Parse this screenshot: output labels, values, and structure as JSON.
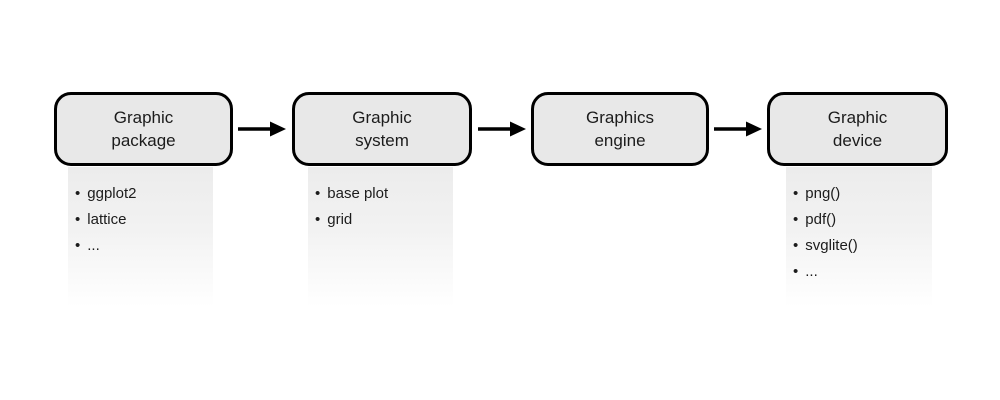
{
  "diagram": {
    "background_color": "#ffffff",
    "box_fill_color": "#e8e8e8",
    "box_border_color": "#000000",
    "panel_top_color": "#ececec",
    "arrow_color": "#000000",
    "bullet_glyph": "•",
    "nodes": [
      {
        "id": "graphic-package",
        "title_line1": "Graphic",
        "title_line2": "package",
        "items": [
          "ggplot2",
          "lattice",
          "..."
        ]
      },
      {
        "id": "graphic-system",
        "title_line1": "Graphic",
        "title_line2": "system",
        "items": [
          "base plot",
          "grid"
        ]
      },
      {
        "id": "graphics-engine",
        "title_line1": "Graphics",
        "title_line2": "engine",
        "items": []
      },
      {
        "id": "graphic-device",
        "title_line1": "Graphic",
        "title_line2": "device",
        "items": [
          "png()",
          "pdf()",
          "svglite()",
          "..."
        ]
      }
    ]
  }
}
